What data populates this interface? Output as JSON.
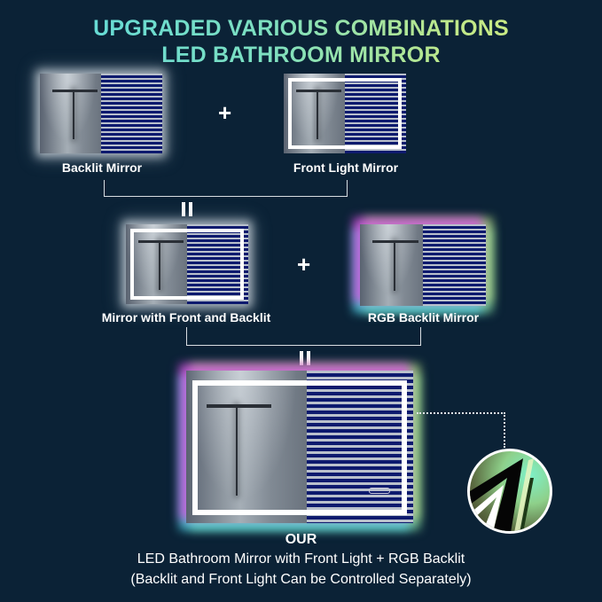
{
  "header": {
    "line1": "UPGRADED VARIOUS COMBINATIONS",
    "line2": "LED BATHROOM MIRROR"
  },
  "row1": {
    "left": {
      "label": "Backlit Mirror",
      "type": "backlit"
    },
    "operator": "+",
    "right": {
      "label": "Front Light Mirror",
      "type": "front-light"
    }
  },
  "row2": {
    "equals": "=",
    "left": {
      "label": "Mirror with Front and Backlit",
      "type": "front-and-backlit"
    },
    "operator": "+",
    "right": {
      "label": "RGB Backlit Mirror",
      "type": "rgb-backlit"
    }
  },
  "row3": {
    "equals": "=",
    "product": {
      "type": "front-light-rgb-backlit"
    },
    "badge_icon": "rgb-light-strip-closeup-icon"
  },
  "footer": {
    "line1": "OUR",
    "line2": "LED Bathroom Mirror with Front Light + RGB Backlit",
    "line3": "(Backlit and Front Light Can be Controlled Separately)"
  },
  "colors": {
    "background": "#0b2236",
    "title_gradient_start": "#5ad8e0",
    "title_gradient_end": "#d8ec7a",
    "text": "#ffffff",
    "rgb_magenta": "#dc50e6",
    "rgb_cyan": "#50d2e6",
    "rgb_green": "#bee68c"
  }
}
